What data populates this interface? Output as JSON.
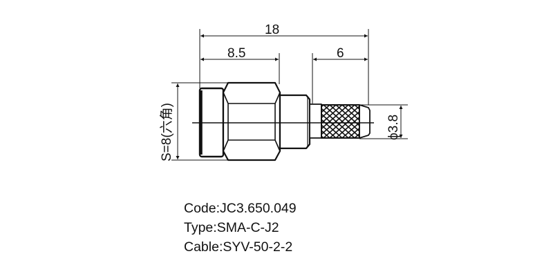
{
  "drawing": {
    "dimensions": {
      "overall_length": "18",
      "body_length": "8.5",
      "crimp_length": "6",
      "hex_size": "S=8(六角)",
      "crimp_diameter": "ϕ3.8"
    }
  },
  "specs": {
    "code": "Code:JC3.650.049",
    "type": "Type:SMA-C-J2",
    "cable": "Cable:SYV-50-2-2"
  },
  "colors": {
    "line": "#111111",
    "background": "#ffffff"
  }
}
